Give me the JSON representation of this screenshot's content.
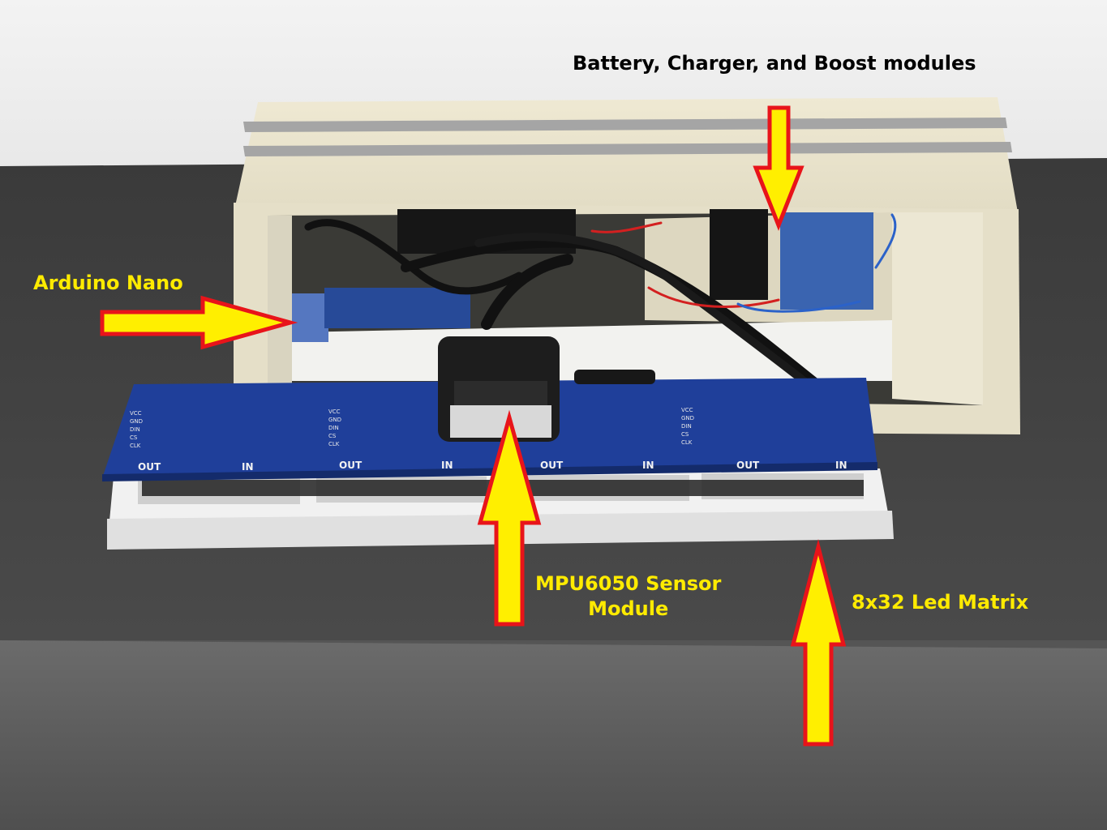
{
  "labels": {
    "battery": "Battery, Charger, and Boost modules",
    "arduino": "Arduino Nano",
    "mpu_line1": "MPU6050 Sensor",
    "mpu_line2": "Module",
    "led_matrix": "8x32 Led Matrix"
  },
  "board_markings": {
    "out": "OUT",
    "in": "IN",
    "pins": [
      "VCC",
      "GND",
      "DIN",
      "CS",
      "CLK"
    ]
  },
  "colors": {
    "arrow_fill": "#ffef00",
    "arrow_outline": "#e8141a",
    "label_yellow": "#ffeb00",
    "pcb_blue": "#1f3f9a",
    "enclosure": "#e9e4cf"
  }
}
